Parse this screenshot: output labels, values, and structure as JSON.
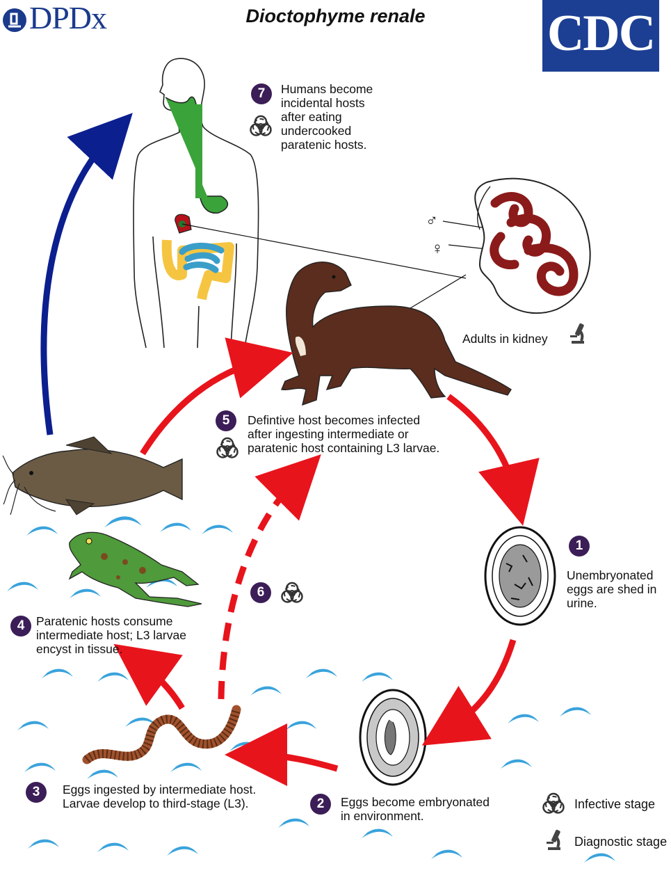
{
  "header": {
    "dpdx_logo_text": "DPDx",
    "title": "Dioctophyme renale",
    "cdc_logo_text": "CDC"
  },
  "steps": [
    {
      "number": "1",
      "caption": "Unembryonated\neggs are shed in\nurine."
    },
    {
      "number": "2",
      "caption": "Eggs become embryonated\nin environment."
    },
    {
      "number": "3",
      "caption": "Eggs ingested by intermediate host.\nLarvae develop to third-stage (L3)."
    },
    {
      "number": "4",
      "caption": "Paratenic hosts consume\nintermediate host; L3 larvae\nencyst in tissue."
    },
    {
      "number": "5",
      "caption": "Defintive host becomes infected\nafter ingesting intermediate or\nparatenic host containing L3 larvae."
    },
    {
      "number": "6",
      "caption": ""
    },
    {
      "number": "7",
      "caption": "Humans become\nincidental hosts\nafter eating\nundercooked\nparatenic hosts."
    }
  ],
  "kidney": {
    "caption": "Adults in kidney",
    "male_symbol": "♂",
    "female_symbol": "♀"
  },
  "legend": {
    "infective": "Infective stage",
    "diagnostic": "Diagnostic stage"
  },
  "icons": {
    "infective": "biohazard-icon",
    "diagnostic": "microscope-icon"
  },
  "colors": {
    "step_badge": "#3b1d57",
    "arrow_red": "#e8141c",
    "arrow_blue": "#0c1f8f",
    "water": "#3aa3dc",
    "worm": "#8b1a1a",
    "mink": "#5a2d1e"
  }
}
